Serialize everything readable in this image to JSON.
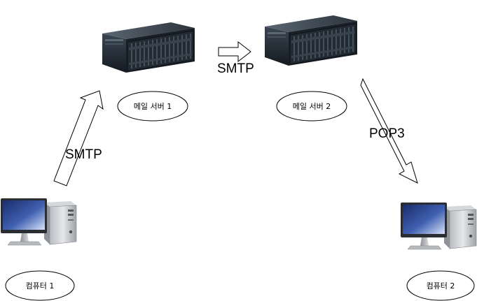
{
  "nodes": {
    "server1_label": "메일 서버 1",
    "server2_label": "메일 서버 2",
    "computer1_label": "컴퓨터 1",
    "computer2_label": "컴퓨터 2"
  },
  "edges": {
    "computer1_to_server1": "SMTP",
    "server1_to_server2": "SMTP",
    "server2_to_computer2": "POP3"
  },
  "icons": {
    "server": "server-icon",
    "computer": "desktop-computer-icon"
  }
}
